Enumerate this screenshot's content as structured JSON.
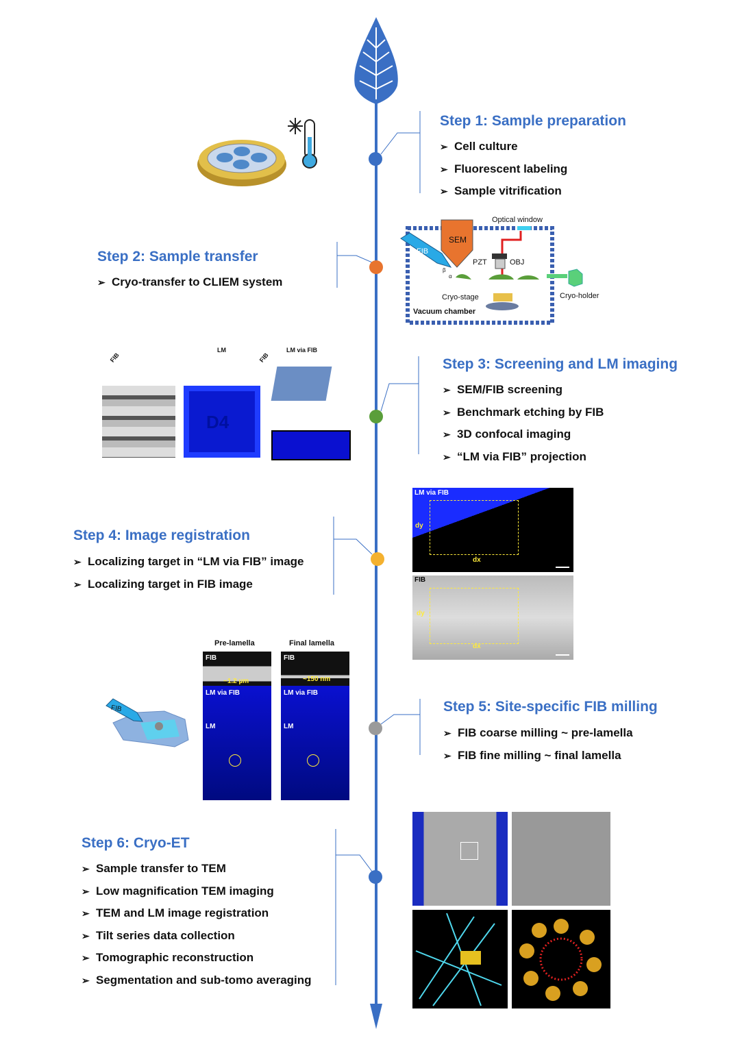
{
  "steps": [
    {
      "title": "Step 1: Sample preparation",
      "items": [
        "Cell culture",
        "Fluorescent labeling",
        "Sample vitrification"
      ],
      "color": "#3a6fc4"
    },
    {
      "title": "Step 2: Sample transfer",
      "items": [
        "Cryo-transfer to CLIEM system"
      ],
      "color": "#e8742e"
    },
    {
      "title": "Step 3: Screening and LM imaging",
      "items": [
        "SEM/FIB screening",
        "Benchmark etching by FIB",
        "3D confocal imaging",
        "“LM via FIB” projection"
      ],
      "color": "#5a9e3a"
    },
    {
      "title": "Step 4: Image registration",
      "items": [
        "Localizing target in “LM via FIB” image",
        "Localizing target in FIB image"
      ],
      "color": "#f4b12f"
    },
    {
      "title": "Step 5: Site-specific FIB milling",
      "items": [
        "FIB coarse milling ~ pre-lamella",
        "FIB fine milling ~ final lamella"
      ],
      "color": "#9a9a9a"
    },
    {
      "title": "Step 6: Cryo-ET",
      "items": [
        "Sample transfer to TEM",
        "Low magnification TEM imaging",
        "TEM and LM image registration",
        "Tilt series data collection",
        "Tomographic reconstruction",
        "Segmentation and sub-tomo averaging"
      ],
      "color": "#3a6fc4"
    }
  ],
  "bullet_icon": "arrowhead-bullet",
  "chamber": {
    "optical_window": "Optical window",
    "sem": "SEM",
    "fib": "FIB",
    "pzt": "PZT",
    "obj": "OBJ",
    "beta": "β",
    "alpha": "α",
    "cryo_stage": "Cryo-stage",
    "vacuum_chamber": "Vacuum chamber",
    "cryo_holder": "Cryo-holder"
  },
  "step3_images": {
    "fib": "FIB",
    "lm": "LM",
    "lm_via_fib": "LM via FIB",
    "label_d4": "D4"
  },
  "step4_images": {
    "top_label": "LM via FIB",
    "bottom_label": "FIB",
    "dx": "dx",
    "dy": "dy"
  },
  "step5_images": {
    "pre": "Pre-lamella",
    "final": "Final lamella",
    "fib": "FIB",
    "lm_via_fib": "LM via FIB",
    "lm": "LM",
    "pre_thickness": "~1.2 µm",
    "final_thickness": "~150 nm"
  },
  "timeline_color": "#3a6fc4"
}
